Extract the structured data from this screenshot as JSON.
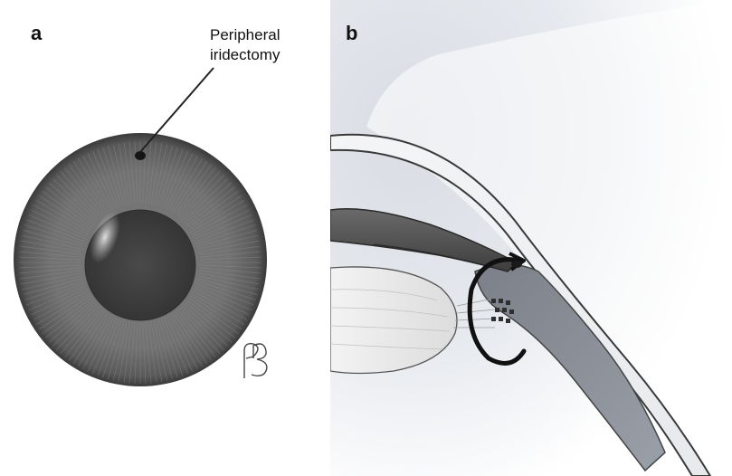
{
  "figure": {
    "panel_a": {
      "letter": "a",
      "label_line1": "Peripheral",
      "label_line2": "iridectomy",
      "signature": "PB"
    },
    "panel_b": {
      "letter": "b"
    }
  },
  "colors": {
    "iris": "#6e6e6e",
    "pupil": "#3f3f3f",
    "line": "#222222",
    "cornea_shade": "#c9cdd4"
  }
}
